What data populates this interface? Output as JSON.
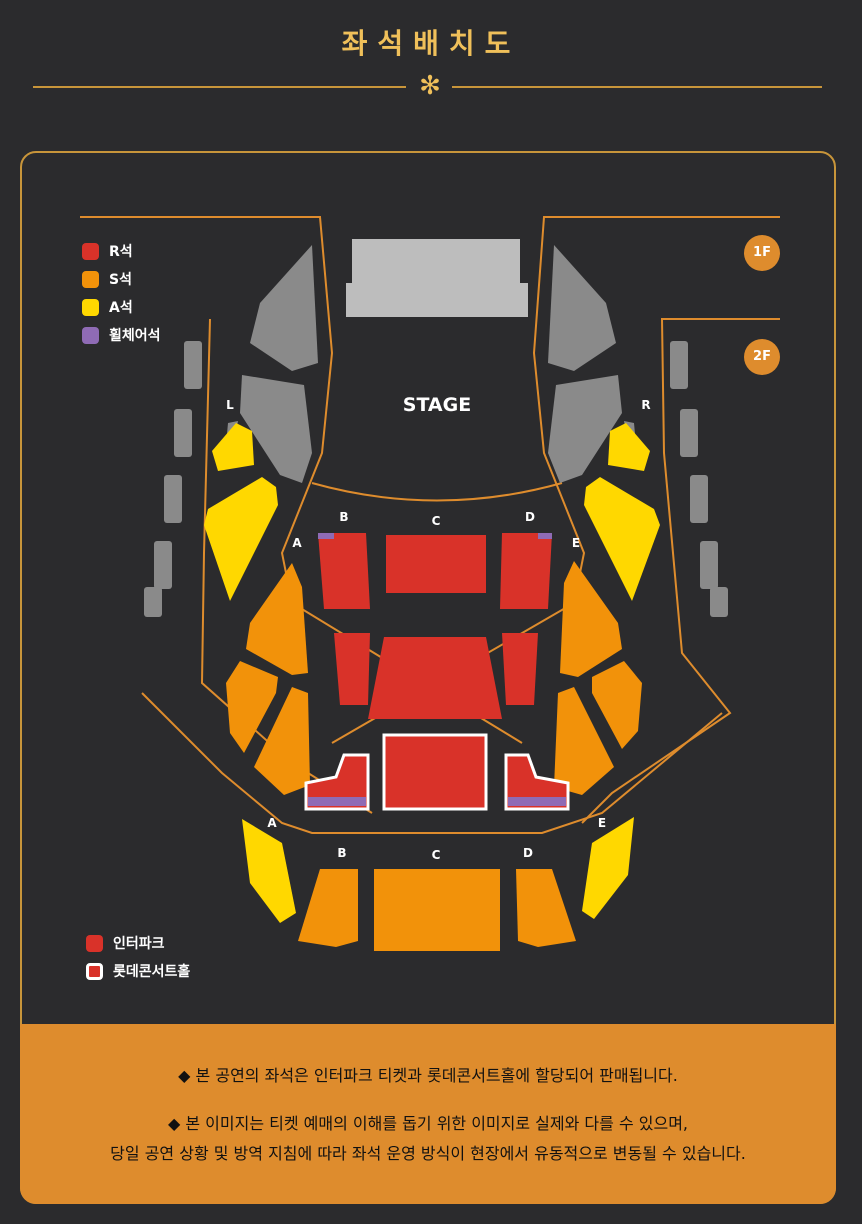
{
  "page": {
    "title": "좌석배치도",
    "star_glyph": "✻",
    "accent_color": "#f0c05a",
    "border_color": "#c8953a"
  },
  "legend_grades": [
    {
      "label": "R석",
      "color": "#d93229"
    },
    {
      "label": "S석",
      "color": "#f2920a"
    },
    {
      "label": "A석",
      "color": "#ffd800"
    },
    {
      "label": "휠체어석",
      "color": "#8f6bb5"
    }
  ],
  "legend_sellers": [
    {
      "label": "인터파크",
      "color": "#d93229",
      "outlined": false
    },
    {
      "label": "롯데콘서트홀",
      "color": "#d93229",
      "outlined": true
    }
  ],
  "floors": {
    "f1": "1F",
    "f2": "2F"
  },
  "stage_label": "STAGE",
  "section_labels": {
    "upper_left": "L",
    "upper_right": "R",
    "b1": "B",
    "c1": "C",
    "d1": "D",
    "a1": "A",
    "e1": "E",
    "a2": "A",
    "b2": "B",
    "c2": "C",
    "d2": "D",
    "e2": "E"
  },
  "colors": {
    "r": "#d93229",
    "s": "#f2920a",
    "a": "#ffd800",
    "wheelchair": "#8f6bb5",
    "unavailable": "#8a8a8a",
    "stage": "#bdbdbd",
    "outline": "#de8c2d",
    "notice_bg": "#de8c2d"
  },
  "notice": {
    "line1": "◆ 본 공연의 좌석은 인터파크 티켓과 롯데콘서트홀에 할당되어 판매됩니다.",
    "line2": "◆ 본 이미지는 티켓 예매의 이해를 돕기 위한 이미지로 실제와 다를 수 있으며,",
    "line3": "당일 공연 상황 및 방역 지침에 따라 좌석 운영 방식이 현장에서 유동적으로 변동될 수 있습니다."
  }
}
